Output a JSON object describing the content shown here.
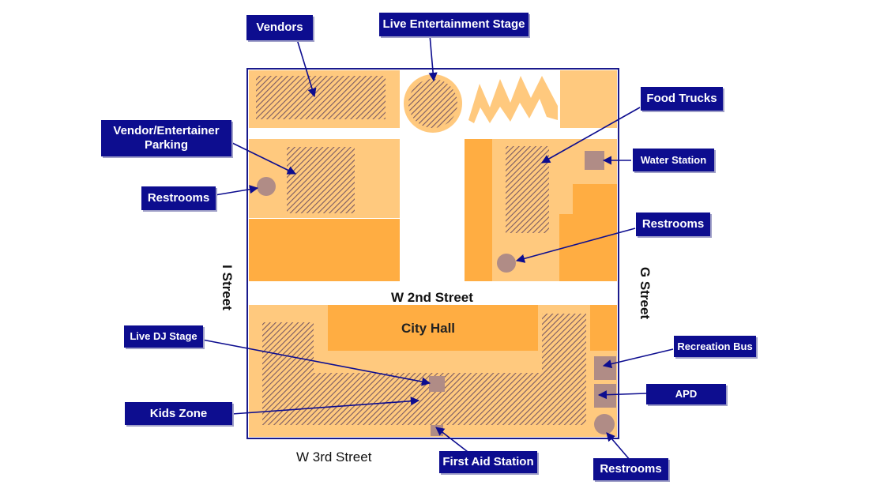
{
  "colors": {
    "block_light": "#ffc97e",
    "block_dark": "#ffad42",
    "hatch": "#7a5a63",
    "feature": "#b08c86",
    "border": "#1a1a8c",
    "label_bg": "#0d0d8f",
    "label_text": "#ffffff",
    "arrow": "#0d0d8f"
  },
  "labels": {
    "vendors": "Vendors",
    "live_entertainment_stage": "Live Entertainment Stage",
    "food_trucks": "Food Trucks",
    "vendor_parking": "Vendor/Entertainer Parking",
    "restrooms_left": "Restrooms",
    "water_station": "Water Station",
    "restrooms_right": "Restrooms",
    "live_dj_stage": "Live DJ Stage",
    "recreation_bus": "Recreation Bus",
    "apd": "APD",
    "kids_zone": "Kids Zone",
    "first_aid": "First Aid Station",
    "restrooms_bottom": "Restrooms"
  },
  "streets": {
    "i_street": "I Street",
    "g_street": "G Street",
    "w2nd": "W 2nd Street",
    "w3rd": "W 3rd Street"
  },
  "buildings": {
    "city_hall": "City Hall"
  }
}
